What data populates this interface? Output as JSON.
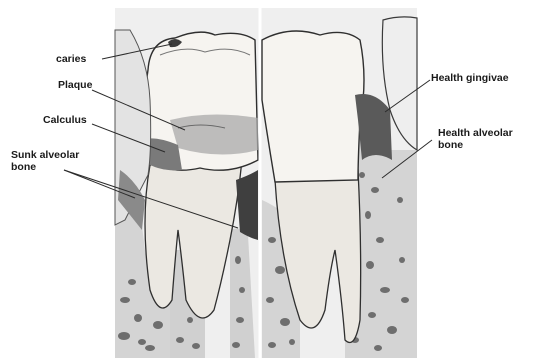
{
  "labels": {
    "caries": "caries",
    "plaque": "Plaque",
    "calculus": "Calculus",
    "sunk_alveolar_bone": "Sunk alveolar\nbone",
    "health_gingivae": "Health gingivae",
    "health_alveolar_bone": "Health alveolar\nbone"
  },
  "colors": {
    "background": "#ffffff",
    "illustration_bg": "#efefef",
    "enamel": "#f6f4f0",
    "root": "#ebe8e2",
    "outline": "#2f2f2f",
    "plaque_calculus": "#7a7a7a",
    "gum": "#5a5a5a",
    "bone": "#cfcfcf",
    "bone_spots": "#6e6e6e",
    "leader_lines": "#2b2b2b"
  }
}
